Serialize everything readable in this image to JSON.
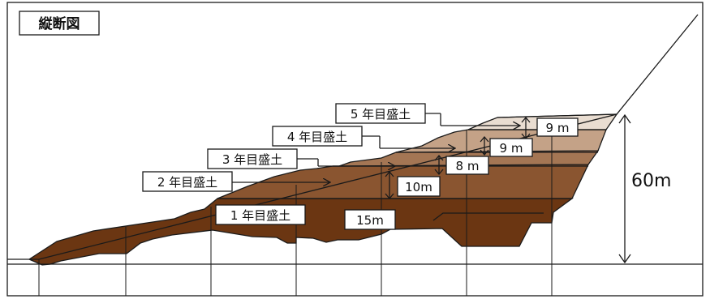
{
  "title": "縦断図",
  "layers": [
    {
      "label": "1 年目盛土",
      "height_label": "15m",
      "color": "#6b3612"
    },
    {
      "label": "2 年目盛土",
      "height_label": "10m",
      "color": "#8a5530"
    },
    {
      "label": "3 年目盛土",
      "height_label": "8 m",
      "color": "#a47654"
    },
    {
      "label": "4 年目盛土",
      "height_label": "9 m",
      "color": "#c4a287"
    },
    {
      "label": "5 年目盛土",
      "height_label": "9 m",
      "color": "#e9ddd1"
    }
  ],
  "total_height_label": "60m"
}
